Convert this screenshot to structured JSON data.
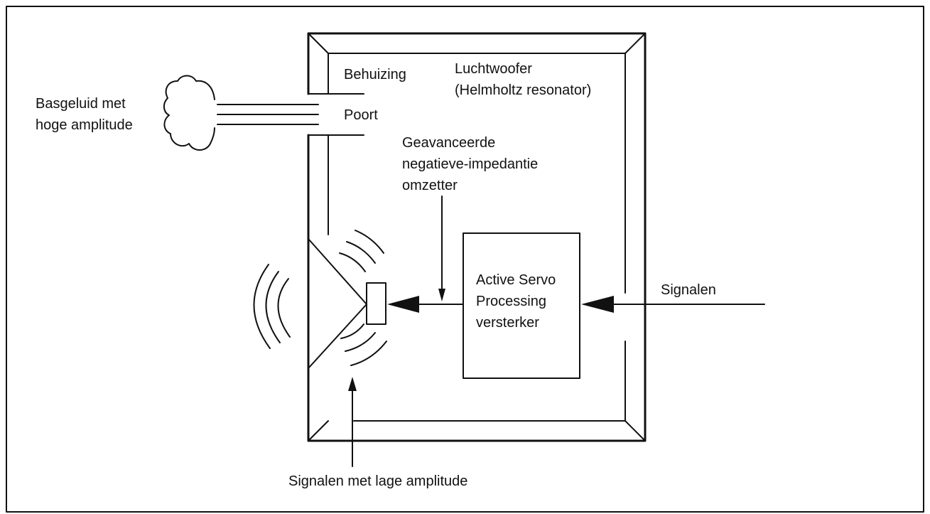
{
  "diagram": {
    "labels": {
      "housing": "Behuizing",
      "airwoofer_line1": "Luchtwoofer",
      "airwoofer_line2": "(Helmholtz resonator)",
      "port": "Poort",
      "bass_line1": "Basgeluid met",
      "bass_line2": "hoge amplitude",
      "converter_line1": "Geavanceerde",
      "converter_line2": "negatieve-impedantie",
      "converter_line3": "omzetter",
      "amp_line1": "Active Servo",
      "amp_line2": "Processing",
      "amp_line3": "versterker",
      "signals_in": "Signalen",
      "low_amp_signals": "Signalen met lage amplitude"
    },
    "colors": {
      "line": "#111111",
      "background": "#ffffff"
    }
  }
}
